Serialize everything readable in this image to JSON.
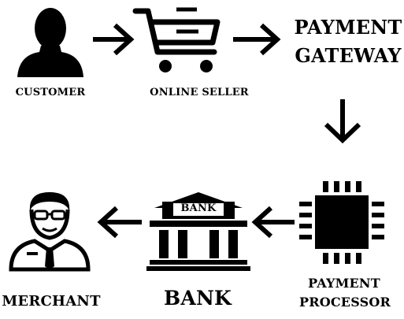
{
  "diagram": {
    "nodes": {
      "customer": {
        "label": "CUSTOMER",
        "icon": "person-silhouette-icon"
      },
      "online_seller": {
        "label": "ONLINE SELLER",
        "icon": "shopping-cart-icon"
      },
      "payment_gateway": {
        "label_line1": "PAYMENT",
        "label_line2": "GATEWAY"
      },
      "payment_processor": {
        "label_line1": "PAYMENT",
        "label_line2": "PROCESSOR",
        "icon": "microchip-icon"
      },
      "bank": {
        "label": "BANK",
        "sign_text": "BANK",
        "icon": "bank-building-icon"
      },
      "merchant": {
        "label": "MERCHANT",
        "icon": "merchant-with-glasses-icon"
      }
    },
    "edges": [
      {
        "from": "CUSTOMER",
        "to": "ONLINE SELLER"
      },
      {
        "from": "ONLINE SELLER",
        "to": "PAYMENT GATEWAY"
      },
      {
        "from": "PAYMENT GATEWAY",
        "to": "PAYMENT PROCESSOR"
      },
      {
        "from": "PAYMENT PROCESSOR",
        "to": "BANK"
      },
      {
        "from": "BANK",
        "to": "MERCHANT"
      }
    ],
    "colors": {
      "ink": "#000000",
      "background": "#ffffff"
    }
  }
}
